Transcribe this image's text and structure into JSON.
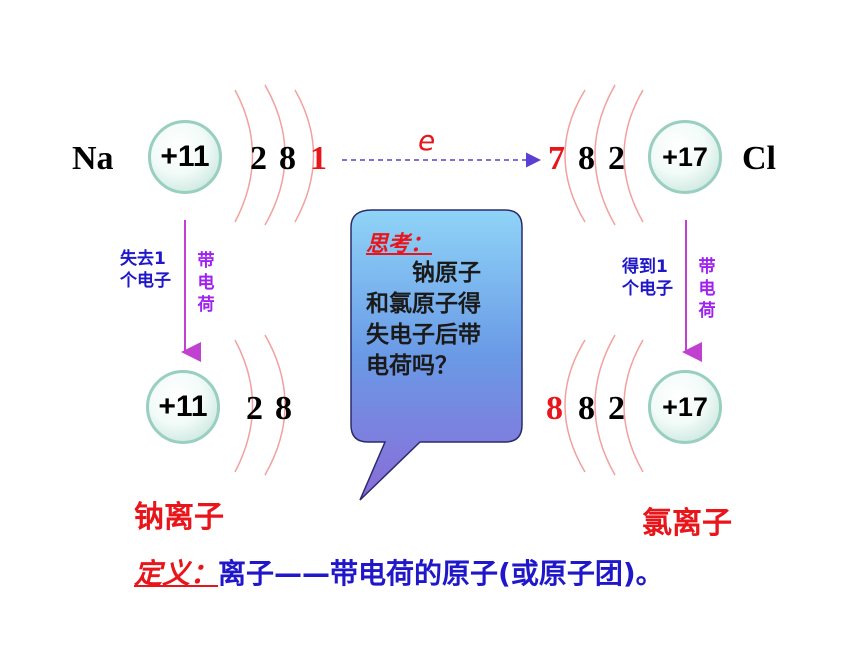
{
  "na_atom": {
    "symbol": "Na",
    "nucleus": "+11",
    "shells": [
      "2",
      "8",
      "1"
    ]
  },
  "cl_atom": {
    "symbol": "Cl",
    "nucleus": "+17",
    "shells": [
      "7",
      "8",
      "2"
    ]
  },
  "transfer": {
    "label": "e"
  },
  "na_ion": {
    "nucleus": "+11",
    "shells": [
      "2",
      "8"
    ],
    "name": "钠离子"
  },
  "cl_ion": {
    "nucleus": "+17",
    "shells": [
      "8",
      "8",
      "2"
    ],
    "name": "氯离子"
  },
  "na_arrow": {
    "lose_label": "失去1个电子",
    "charge_label": "带电荷"
  },
  "cl_arrow": {
    "gain_label": "得到1个电子",
    "charge_label": "带电荷"
  },
  "bubble": {
    "title": "思考：",
    "body": "　　钠原子和氯原子得失电子后带电荷吗？"
  },
  "definition": {
    "label": "定义：",
    "text": "离子——带电荷的原子(或原子团)。"
  },
  "colors": {
    "red": "#e8161b",
    "blue": "#1f17c9",
    "purple": "#a020f0",
    "arc": "#f2a0a0"
  }
}
